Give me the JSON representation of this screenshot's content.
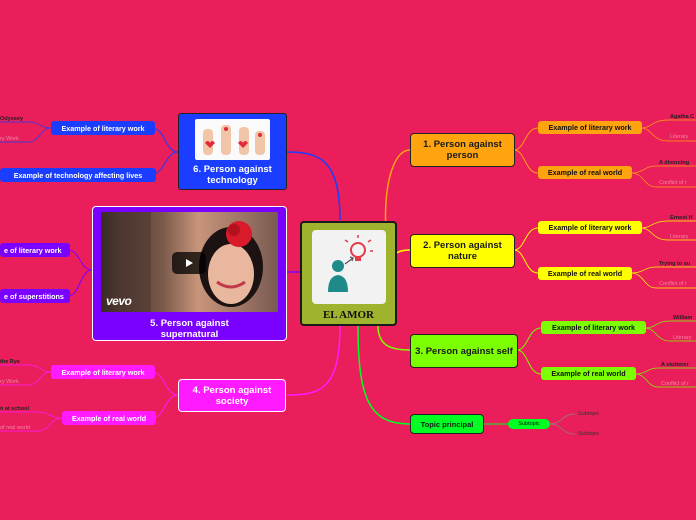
{
  "center": {
    "title": "EL AMOR"
  },
  "colors": {
    "background": "#e91e5a",
    "orange": "#ffa40f",
    "yellow": "#ffff00",
    "green": "#7cff00",
    "bright_green": "#00ff22",
    "blue": "#1a3dff",
    "violet": "#7a00ff",
    "magenta": "#ff1aff",
    "center": "#9fb32e"
  },
  "right": {
    "topics": [
      {
        "label": "1. Person against person",
        "children": [
          {
            "label": "Example of literary work",
            "leaves": [
              "Agatha C",
              "Literary"
            ]
          },
          {
            "label": "Example of real world",
            "leaves": [
              "A divorcing",
              "Conflict of r"
            ]
          }
        ]
      },
      {
        "label": "2. Person against nature",
        "children": [
          {
            "label": "Example of literary work",
            "leaves": [
              "Ernest H",
              "Literary"
            ]
          },
          {
            "label": "Example of real world",
            "leaves": [
              "Trying to su",
              "Conflict of r"
            ]
          }
        ]
      },
      {
        "label": "3. Person against self",
        "children": [
          {
            "label": "Example of literary work",
            "leaves": [
              "William",
              "Literary"
            ]
          },
          {
            "label": "Example of real world",
            "leaves": [
              "A stutterer",
              "Conflict of r"
            ]
          }
        ]
      },
      {
        "label": "Topic principal",
        "subtopic": "Subtopic",
        "leaves": [
          "Subtopic",
          "Subtopic"
        ]
      }
    ]
  },
  "left": {
    "technology": {
      "label": "6. Person against technology",
      "children": [
        {
          "label": "Example of literary work",
          "leaves": [
            "Odyssey",
            "ry Work"
          ]
        },
        {
          "label": "Example of technology affecting lives",
          "leaves": []
        }
      ]
    },
    "supernatural": {
      "label": "5. Person against supernatural",
      "video_brand": "vevo",
      "children": [
        {
          "label": "e of literary work"
        },
        {
          "label": "e of superstitions"
        }
      ]
    },
    "society": {
      "label": "4. Person against society",
      "children": [
        {
          "label": "Example of literary work",
          "leaves": [
            "the Rye",
            "ry Work"
          ]
        },
        {
          "label": "Example of real world",
          "leaves": [
            "n at school",
            "of real world"
          ]
        }
      ]
    }
  }
}
